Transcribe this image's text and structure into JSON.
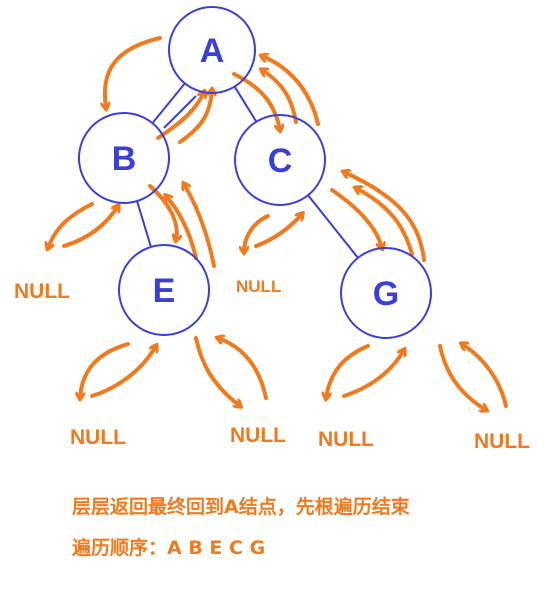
{
  "colors": {
    "node_stroke": "#3a3fd6",
    "node_text": "#3a3fd6",
    "edge": "#3a3fd6",
    "arrow": "#f07a1e",
    "null_text": "#f07a1e",
    "caption_text": "#f07a1e",
    "background": "#ffffff"
  },
  "nodes": [
    {
      "id": "A",
      "label": "A"
    },
    {
      "id": "B",
      "label": "B"
    },
    {
      "id": "C",
      "label": "C"
    },
    {
      "id": "E",
      "label": "E"
    },
    {
      "id": "G",
      "label": "G"
    }
  ],
  "edges": [
    {
      "from": "A",
      "to": "B"
    },
    {
      "from": "A",
      "to": "C"
    },
    {
      "from": "B",
      "to": "E"
    },
    {
      "from": "C",
      "to": "G"
    }
  ],
  "null_labels": [
    {
      "id": "null-b-left",
      "text": "NULL"
    },
    {
      "id": "null-c-left",
      "text": "NULL"
    },
    {
      "id": "null-e-left",
      "text": "NULL"
    },
    {
      "id": "null-e-right",
      "text": "NULL"
    },
    {
      "id": "null-g-left",
      "text": "NULL"
    },
    {
      "id": "null-g-right",
      "text": "NULL"
    }
  ],
  "caption": {
    "line1": "层层返回最终回到A结点，先根遍历结束",
    "line2": "遍历顺序：A B E C G"
  }
}
